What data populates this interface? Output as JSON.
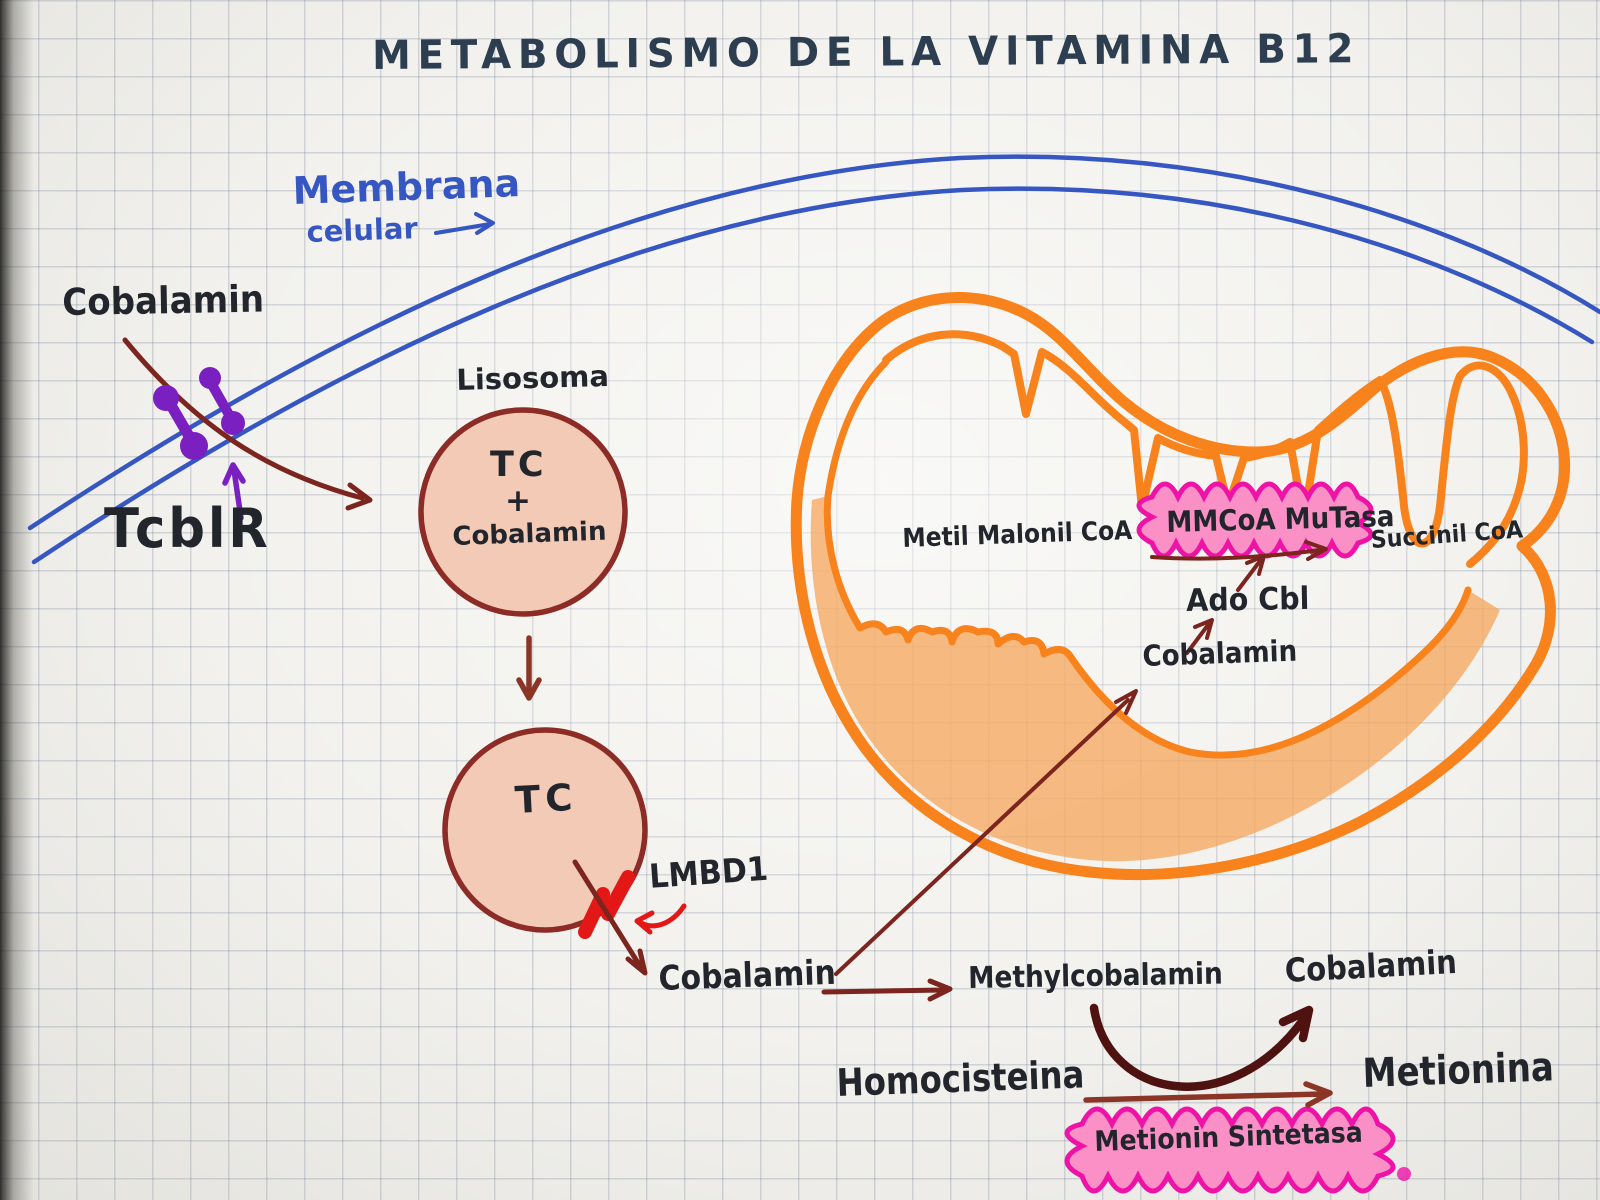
{
  "title": "METABOLISMO DE LA VITAMINA B12",
  "colors": {
    "ink": "#22262c",
    "titleInk": "#2c3e50",
    "blue": "#3657c1",
    "maroon": "#7c241e",
    "maroonLight": "#8a3526",
    "darkMaroon": "#4e1210",
    "red": "#e41717",
    "purple": "#7a1fc0",
    "orange": "#f8821c",
    "orangeFill": "#f5a55b",
    "pinkStroke": "#ee13a6",
    "pinkFill": "#fa90c5",
    "lysoStroke": "#8d2b26",
    "lysoFill": "#f2cab6"
  },
  "membrane": {
    "label_line1": "Membrana",
    "label_line2": "celular"
  },
  "extracellular": {
    "cobalamin": "Cobalamin",
    "receptor_label": "TcblR"
  },
  "lysosome": {
    "name": "Lisosoma",
    "tc": "TC",
    "plus": "+",
    "cobalamin": "Cobalamin"
  },
  "endosome": {
    "tc": "TC",
    "channel_label": "LMBD1"
  },
  "cytosol": {
    "cobalamin": "Cobalamin",
    "methylcobalamin": "Methylcobalamin",
    "cobalamin_regenerated": "Cobalamin",
    "homocysteine": "Homocisteina",
    "methionine": "Metionina",
    "synthase": "Metionin Sintetasa"
  },
  "mitochondria": {
    "substrate": "Metil Malonil CoA",
    "mutase": "MMCoA MuTasa",
    "product": "Succinil CoA",
    "adocbl": "Ado Cbl",
    "cobalamin": "Cobalamin"
  }
}
